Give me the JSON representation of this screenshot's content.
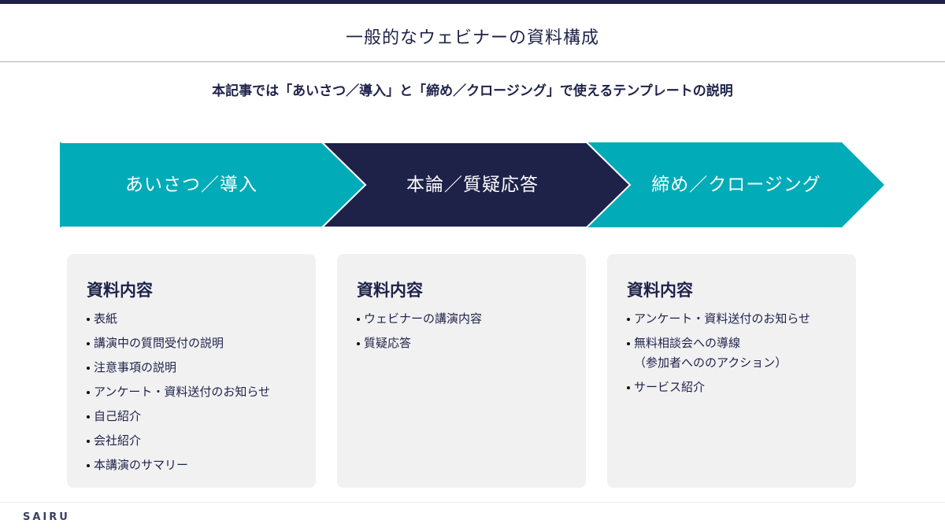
{
  "header": {
    "title": "一般的なウェビナーの資料構成",
    "subtitle": "本記事では「あいさつ／導入」と「締め／クロージング」で使えるテンプレートの説明"
  },
  "colors": {
    "navy": "#1e2249",
    "teal": "#02abb8",
    "card_bg": "#f1f1f2"
  },
  "flow": {
    "steps": [
      {
        "label": "あいさつ／導入",
        "color": "#02abb8"
      },
      {
        "label": "本論／質疑応答",
        "color": "#1e2249"
      },
      {
        "label": "締め／クロージング",
        "color": "#02abb8"
      }
    ]
  },
  "cards": [
    {
      "heading": "資料内容",
      "items": [
        "表紙",
        "講演中の質問受付の説明",
        "注意事項の説明",
        "アンケート・資料送付のお知らせ",
        "自己紹介",
        "会社紹介",
        "本講演のサマリー"
      ]
    },
    {
      "heading": "資料内容",
      "items": [
        "ウェビナーの講演内容",
        "質疑応答"
      ]
    },
    {
      "heading": "資料内容",
      "items": [
        "アンケート・資料送付のお知らせ",
        "無料相談会への導線",
        "サービス紹介"
      ],
      "item_sub": {
        "1": "（参加者へののアクション）"
      }
    }
  ],
  "footer": {
    "logo": "SAIRU"
  }
}
